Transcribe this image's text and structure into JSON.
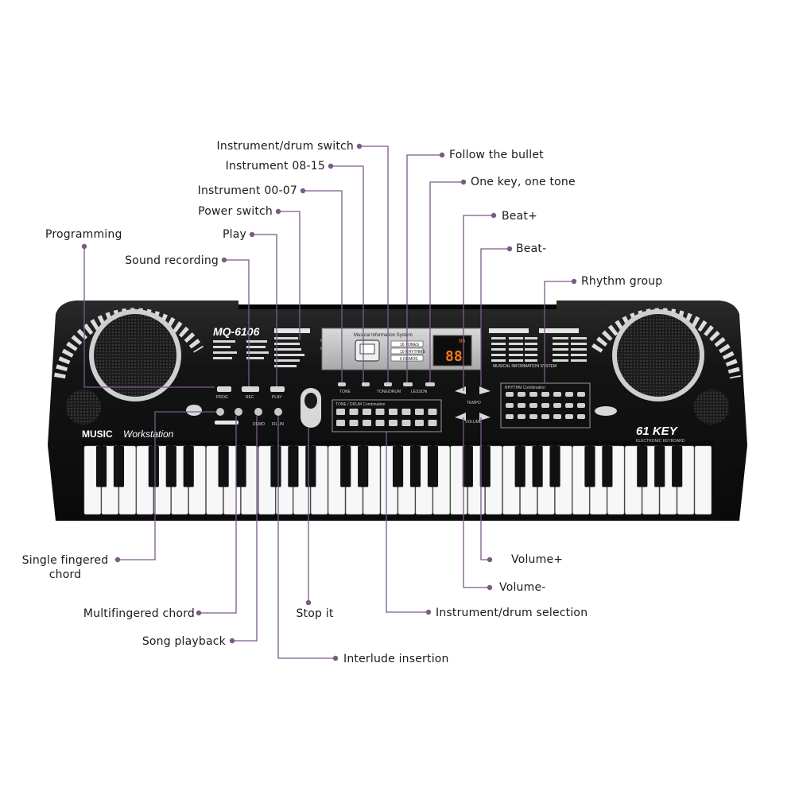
{
  "keyboard": {
    "model": "MQ-6106",
    "series": "MUSIC",
    "series_suffix": "Workstation",
    "key_count": "61 KEY",
    "subtitle": "ELECTRONIC KEYBOARD",
    "info_title": "Musical Information System",
    "info_footer": "MUSICAL INFORMATION SYSTEM",
    "display_value": "88",
    "display_tag": "06",
    "tones_count": "16 TONES",
    "rhythms_count": "10 RHYTHMS",
    "demos_count": "6 DEMOS",
    "tone_drum_label": "TONE / DRUM Combination",
    "rhythm_label": "RHYTHM Combination"
  },
  "labels": {
    "instrument_drum_switch": "Instrument/drum switch",
    "instrument_08_15": "Instrument 08-15",
    "instrument_00_07": "Instrument 00-07",
    "power_switch": "Power switch",
    "play": "Play",
    "programming": "Programming",
    "sound_recording": "Sound recording",
    "follow_the_bullet": "Follow the bullet",
    "one_key_one_tone": "One key, one tone",
    "beat_plus": "Beat+",
    "beat_minus": "Beat-",
    "rhythm_group": "Rhythm group",
    "single_fingered_chord_1": "Single fingered",
    "single_fingered_chord_2": "chord",
    "multifingered_chord": "Multifingered chord",
    "song_playback": "Song playback",
    "stop_it": "Stop it",
    "interlude_insertion": "Interlude insertion",
    "instrument_drum_selection": "Instrument/drum selection",
    "volume_plus": "Volume+",
    "volume_minus": "Volume-"
  },
  "colors": {
    "leader": "#7b5a86",
    "body": "#151515",
    "display": "#f47a1a"
  }
}
